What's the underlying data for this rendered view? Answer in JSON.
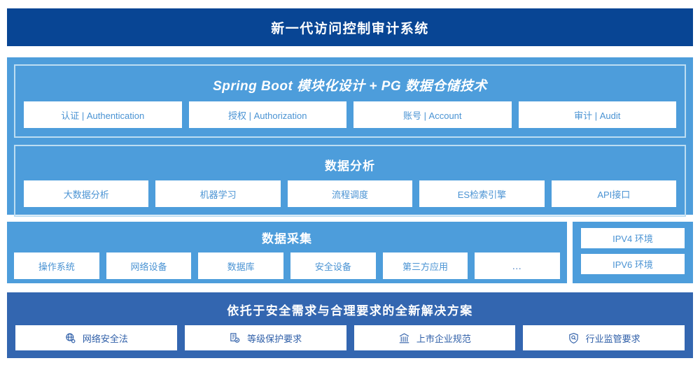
{
  "header": {
    "title": "新一代访问控制审计系统",
    "background": "#084594",
    "text_color": "#ffffff"
  },
  "colors": {
    "header_navy": "#084594",
    "panel_blue": "#4d9ddb",
    "panel_border": "#bcddf2",
    "solution_blue": "#3366b0",
    "card_text": "#4a93d3",
    "solution_card_text": "#2f5fa8",
    "card_bg": "#ffffff"
  },
  "architecture": {
    "panels": [
      {
        "title": "Spring Boot 模块化设计 + PG 数据仓储技术",
        "title_style": "italic",
        "cards": [
          {
            "label": "认证 | Authentication"
          },
          {
            "label": "授权 | Authorization"
          },
          {
            "label": "账号 | Account"
          },
          {
            "label": "审计 | Audit"
          }
        ]
      },
      {
        "title": "数据分析",
        "title_style": "normal",
        "cards": [
          {
            "label": "大数据分析"
          },
          {
            "label": "机器学习"
          },
          {
            "label": "流程调度"
          },
          {
            "label": "ES检索引擎"
          },
          {
            "label": "API接口"
          }
        ]
      }
    ]
  },
  "collection": {
    "title": "数据采集",
    "cards": [
      {
        "label": "操作系统"
      },
      {
        "label": "网络设备"
      },
      {
        "label": "数据库"
      },
      {
        "label": "安全设备"
      },
      {
        "label": "第三方应用"
      },
      {
        "label": "…"
      }
    ]
  },
  "environments": {
    "items": [
      {
        "label": "IPV4 环境"
      },
      {
        "label": "IPV6 环境"
      }
    ]
  },
  "solution": {
    "title": "依托于安全需求与合理要求的全新解决方案",
    "cards": [
      {
        "label": "网络安全法",
        "icon": "globe-network-icon"
      },
      {
        "label": "等级保护要求",
        "icon": "document-check-icon"
      },
      {
        "label": "上市企业规范",
        "icon": "bank-building-icon"
      },
      {
        "label": "行业监管要求",
        "icon": "shield-search-icon"
      }
    ]
  }
}
